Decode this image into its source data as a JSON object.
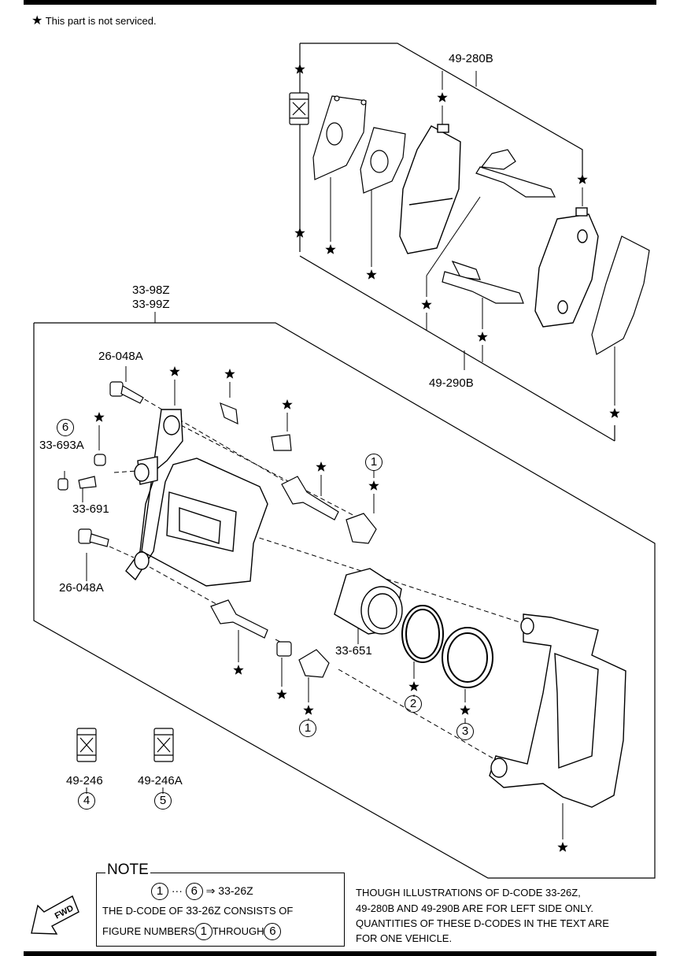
{
  "legend": {
    "star": "★",
    "text": "This part is not serviced."
  },
  "labels": {
    "kit_upper": "49-280B",
    "kit_lower": "49-290B",
    "caliper_left": "33-98Z",
    "caliper_right": "33-99Z",
    "bolt_upper": "26-048A",
    "bolt_lower": "26-048A",
    "bleeder_cap": "33-693A",
    "bleeder_screw": "33-691",
    "piston": "33-651",
    "shim_4": "49-246",
    "shim_5": "49-246A"
  },
  "callouts": {
    "c1": "1",
    "c2": "2",
    "c3": "3",
    "c4": "4",
    "c5": "5",
    "c6": "6"
  },
  "note": {
    "title": "NOTE",
    "range_start": "1",
    "range_sep": "···",
    "range_end": "6",
    "arrow": "⇒",
    "range_code": "33-26Z",
    "line2_prefix": "THE D-CODE OF",
    "line2_code": "33-26Z",
    "line2_suffix": "CONSISTS OF",
    "line3_prefix": "FIGURE NUMBERS",
    "line3_from": "1",
    "line3_mid": "THROUGH",
    "line3_to": "6"
  },
  "fwd": "FWD",
  "remarks": [
    "THOUGH ILLUSTRATIONS OF D-CODE 33-26Z,",
    "49-280B AND 49-290B ARE FOR LEFT SIDE ONLY.",
    "QUANTITIES OF THESE D-CODES IN THE TEXT ARE",
    "FOR ONE VEHICLE."
  ]
}
